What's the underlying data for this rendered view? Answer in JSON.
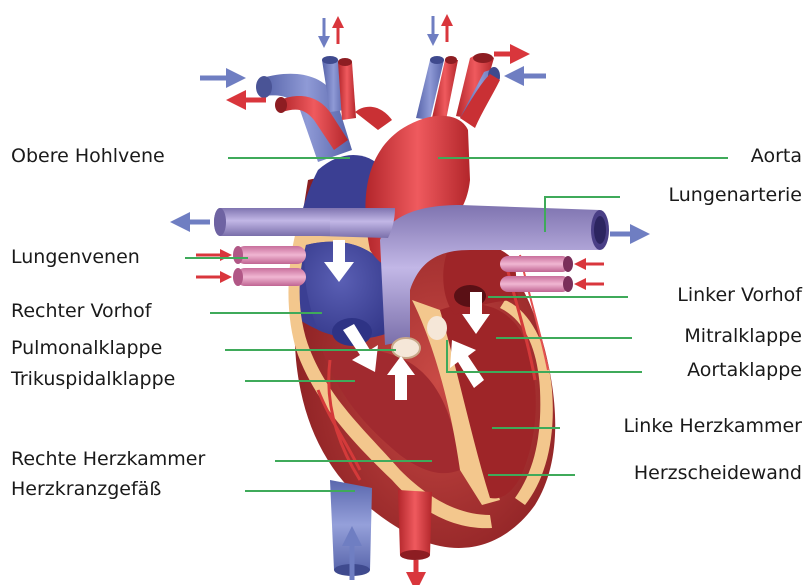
{
  "labels_left": [
    {
      "id": "obere-hohlvene",
      "text": "Obere Hohlvene"
    },
    {
      "id": "lungenvenen",
      "text": "Lungenvenen"
    },
    {
      "id": "rechter-vorhof",
      "text": "Rechter Vorhof"
    },
    {
      "id": "pulmonalklappe",
      "text": "Pulmonalklappe"
    },
    {
      "id": "trikuspidalklappe",
      "text": "Trikuspidalklappe"
    },
    {
      "id": "rechte-herzkammer",
      "text": "Rechte Herzkammer"
    },
    {
      "id": "herzkranzgefaess",
      "text": "Herzkranzgefäß"
    }
  ],
  "labels_right": [
    {
      "id": "aorta",
      "text": "Aorta"
    },
    {
      "id": "lungenarterie",
      "text": "Lungenarterie"
    },
    {
      "id": "linker-vorhof",
      "text": "Linker Vorhof"
    },
    {
      "id": "mitralklappe",
      "text": "Mitralklappe"
    },
    {
      "id": "aortaklappe",
      "text": "Aortaklappe"
    },
    {
      "id": "linke-herzkammer",
      "text": "Linke Herzkammer"
    },
    {
      "id": "herzscheidewand",
      "text": "Herzscheidewand"
    }
  ],
  "colors": {
    "vein_blue": "#6f7ec2",
    "artery_red": "#d9363c",
    "pulmonary_purple": "#9a8fc4",
    "muscle_dark": "#8e2124",
    "muscle": "#b8393b",
    "wall_tan": "#f3c78d",
    "leader_green": "#3faa5a",
    "arrow_blue": "#6f7ec2",
    "arrow_red": "#d9363c"
  }
}
